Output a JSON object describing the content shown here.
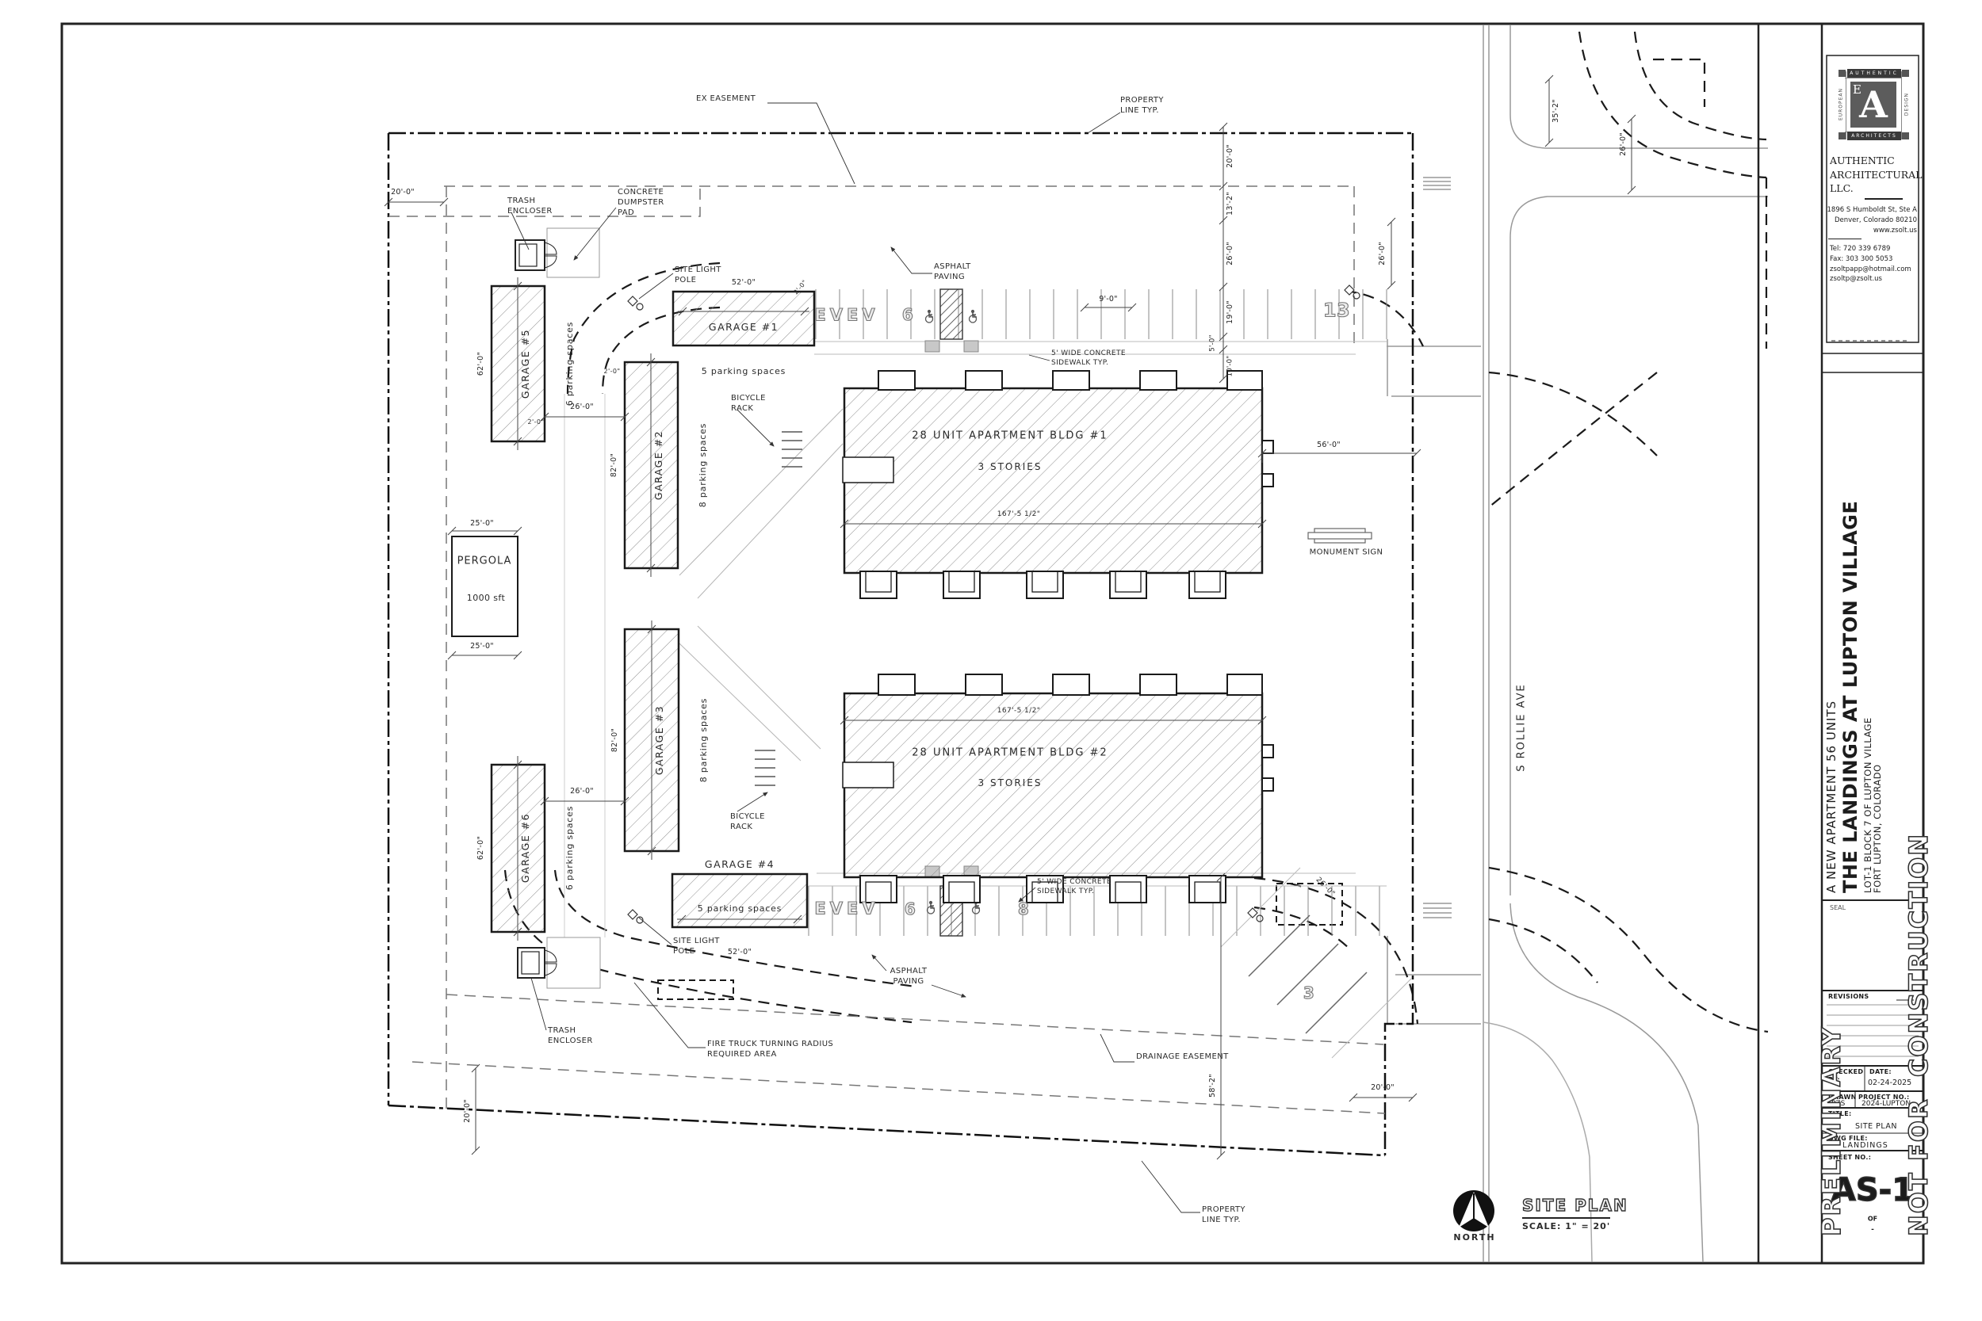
{
  "firm": {
    "logo": {
      "top": "AUTHENTIC",
      "bottom": "ARCHITECTS",
      "left": "EUROPEAN",
      "right": "DESIGN",
      "monogram": "A",
      "monogram_small": "E"
    },
    "name_1": "AUTHENTIC",
    "name_2": "ARCHITECTURAL",
    "name_3": "LLC.",
    "address_1": "1896 S Humboldt St, Ste A",
    "address_2": "Denver, Colorado 80210",
    "address_3": "www.zsolt.us",
    "tel": "Tel:  720 339 6789",
    "fax": "Fax: 303 300 5053",
    "email_1": "zsoltpapp@hotmail.com",
    "email_2": "zsoltp@zsolt.us"
  },
  "project": {
    "line_1": "A NEW APARTMENT  56 UNITS",
    "line_2": "THE LANDINGS AT LUPTON VILLAGE",
    "line_3": "LOT-1 BLOCK 7 OF LUPTON VILLAGE",
    "line_4": "FORT LUPTON, COLORADO"
  },
  "titleblock": {
    "seal": "SEAL",
    "revisions": "REVISIONS",
    "checked_by": "CHECKED\nBY:",
    "date_label": "DATE:",
    "date_value": "02-24-2025",
    "drawn_label": "DRAWN",
    "project_no_label": "PROJECT NO.:",
    "drawn_value": "PZS",
    "project_no_value": "2024-LUPTON",
    "title_label": "TITLE:",
    "title_value": "SITE PLAN",
    "dwg_label": "DWG FILE:",
    "dwg_value": "LANDINGS",
    "sheet_label": "SHEET NO.:",
    "sheet_value": "AS-1",
    "of": "OF",
    "dash": "-",
    "preliminary_1": "PRELIMINARY",
    "preliminary_2": "NOT FOR  CONSTRUCTION"
  },
  "plan": {
    "buildings": {
      "b1_name": "28 UNIT APARTMENT BLDG #1",
      "b1_stories": "3 STORIES",
      "b2_name": "28 UNIT APARTMENT BLDG #2",
      "b2_stories": "3 STORIES"
    },
    "garages": {
      "g1_dim": "52'-0\"",
      "g1_name": "GARAGE #1",
      "g1_spaces": "5 parking spaces",
      "g2_dim": "82'-0\"",
      "g2_name": "GARAGE #2",
      "g2_spaces": "8 parking spaces",
      "g3_dim": "82'-0\"",
      "g3_name": "GARAGE #3",
      "g3_spaces": "8 parking spaces",
      "g4_dim": "52'-0\"",
      "g4_name": "GARAGE #4",
      "g4_spaces": "5 parking spaces",
      "g5_dim": "62'-0\"",
      "g5_name": "GARAGE #5",
      "g5_spaces": "6 parking spaces",
      "g6_dim": "62'-0\"",
      "g6_name": "GARAGE #6",
      "g6_spaces": "6 parking spaces"
    },
    "pergola_name": "PERGOLA",
    "pergola_area": "1000 sft",
    "parking": {
      "ev_top": "EVEV",
      "n6_top": "6",
      "n13": "13",
      "ev_bot": "EVEV",
      "n6_bot": "6",
      "n8": "8",
      "n3": "3"
    },
    "icons": {
      "wheelchair": "wheelchair-icon",
      "north": "north-arrow-icon"
    },
    "labels": {
      "property_top": "PROPERTY\nLINE TYP.",
      "property_bottom": "PROPERTY\nLINE TYP.",
      "ex_easement": "EX EASEMENT",
      "trash_top": "TRASH\nENCLOSER",
      "trash_bottom": "TRASH\nENCLOSER",
      "dumpster": "CONCRETE\nDUMPSTER\nPAD",
      "light_top": "SITE LIGHT\nPOLE",
      "light_bottom": "SITE LIGHT\nPOLE",
      "bike_top": "BICYCLE\nRACK",
      "bike_bottom": "BICYCLE\nRACK",
      "asphalt_top": "ASPHALT\nPAVING",
      "asphalt_bottom": "ASPHALT\nPAVING",
      "sidewalk_top": "5' WIDE CONCRETE\nSIDEWALK TYP.",
      "sidewalk_bottom": "5' WIDE CONCRETE\nSIDEWALK TYP.",
      "fire_truck": "FIRE TRUCK TURNING RADIUS\nREQUIRED AREA",
      "drainage": "DRAINAGE EASEMENT",
      "monument": "MONUMENT SIGN",
      "street": "S ROLLIE AVE",
      "north": "NORTH",
      "view_title": "SITE PLAN",
      "view_scale": "SCALE: 1\" = 20'"
    },
    "dims": {
      "d20_tl": "20'-0\"",
      "d20_tr": "20'-0\"",
      "d13_2": "13'-2\"",
      "d26_chain": "26'-0\"",
      "d19": "19'-0\"",
      "d5": "5'-0\"",
      "d10": "10'-0\"",
      "d9": "9'-0\"",
      "d26_dwy": "26'-0\"",
      "d35_2": "35'-2\"",
      "d26_road": "26'-0\"",
      "d56": "56'-0\"",
      "d167_1": "167'-5 1/2\"",
      "d167_2": "167'-5 1/2\"",
      "d58_2": "58'-2\"",
      "d20_br": "20'-0\"",
      "d26_g52": "26'-0\"",
      "d26_g63": "26'-0\"",
      "d25_t": "25'-0\"",
      "d25_b": "25'-0\"",
      "d20_bl": "20'-0\"",
      "d2_a": "2'-0\"",
      "d2_b": "2'-0\"",
      "d2_c": "2'-0\"",
      "d26_diag": "26'-0\""
    }
  }
}
